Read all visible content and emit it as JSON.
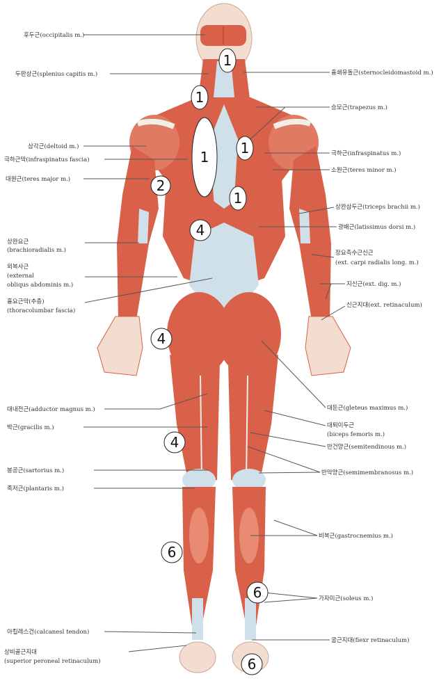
{
  "colors": {
    "muscle": "#d9614a",
    "muscle_light": "#e98a72",
    "tendon": "#cfe0ea",
    "skin": "#f6d9c9",
    "line": "#555555"
  },
  "labels_left": [
    "후두근(occipitalis m.)",
    "두판상근(splenius capitis m.)",
    "삼각근(deltoid m.)",
    "극하근막(infraspinatus fascia)",
    "대원근(teres major m.)",
    "상완요근",
    "(brachioradialis m.)",
    "외복사근",
    "(external",
    "obliqus abdominis m.)",
    "흉요근막(추층)",
    "(thoracolumbar fascia)",
    "대내전근(adductor magnus m.)",
    "박근(gracilis m.)",
    "봉공근(sartorius m.)",
    "족저근(plantaris m.)",
    "아킬레스건(calcanesl tendon)",
    "상비골근지대",
    "(superior peroneal retinaculum)"
  ],
  "labels_right": [
    "흉쇄유돌근(sternocleidomastoid m.)",
    "승모근(trapezus m.)",
    "극하근(infraspinatus m.)",
    "소원근(teres minor m.)",
    "상완삼두근(triceps brachii m.)",
    "광배근(latissimus dorsi m.)",
    "장요측수근신근",
    "(ext. carpi radialis long. m.)",
    "지신근(ext. dig. m.)",
    "신근지대(ext. retinaculum)",
    "대둔근(gleteus maximus m.)",
    "대퇴이두근",
    "(biceps femoris m.)",
    "반건양근(semitendinous m.)",
    "반막양근(semimembranosus m.)",
    "비복근(gastrocnemius m.)",
    "가자미근(soleus m.)",
    "굴근지대(fiexr retinaculum)"
  ],
  "markers": [
    "1",
    "1",
    "1",
    "1",
    "1",
    "2",
    "4",
    "4",
    "4",
    "6",
    "6",
    "6"
  ]
}
